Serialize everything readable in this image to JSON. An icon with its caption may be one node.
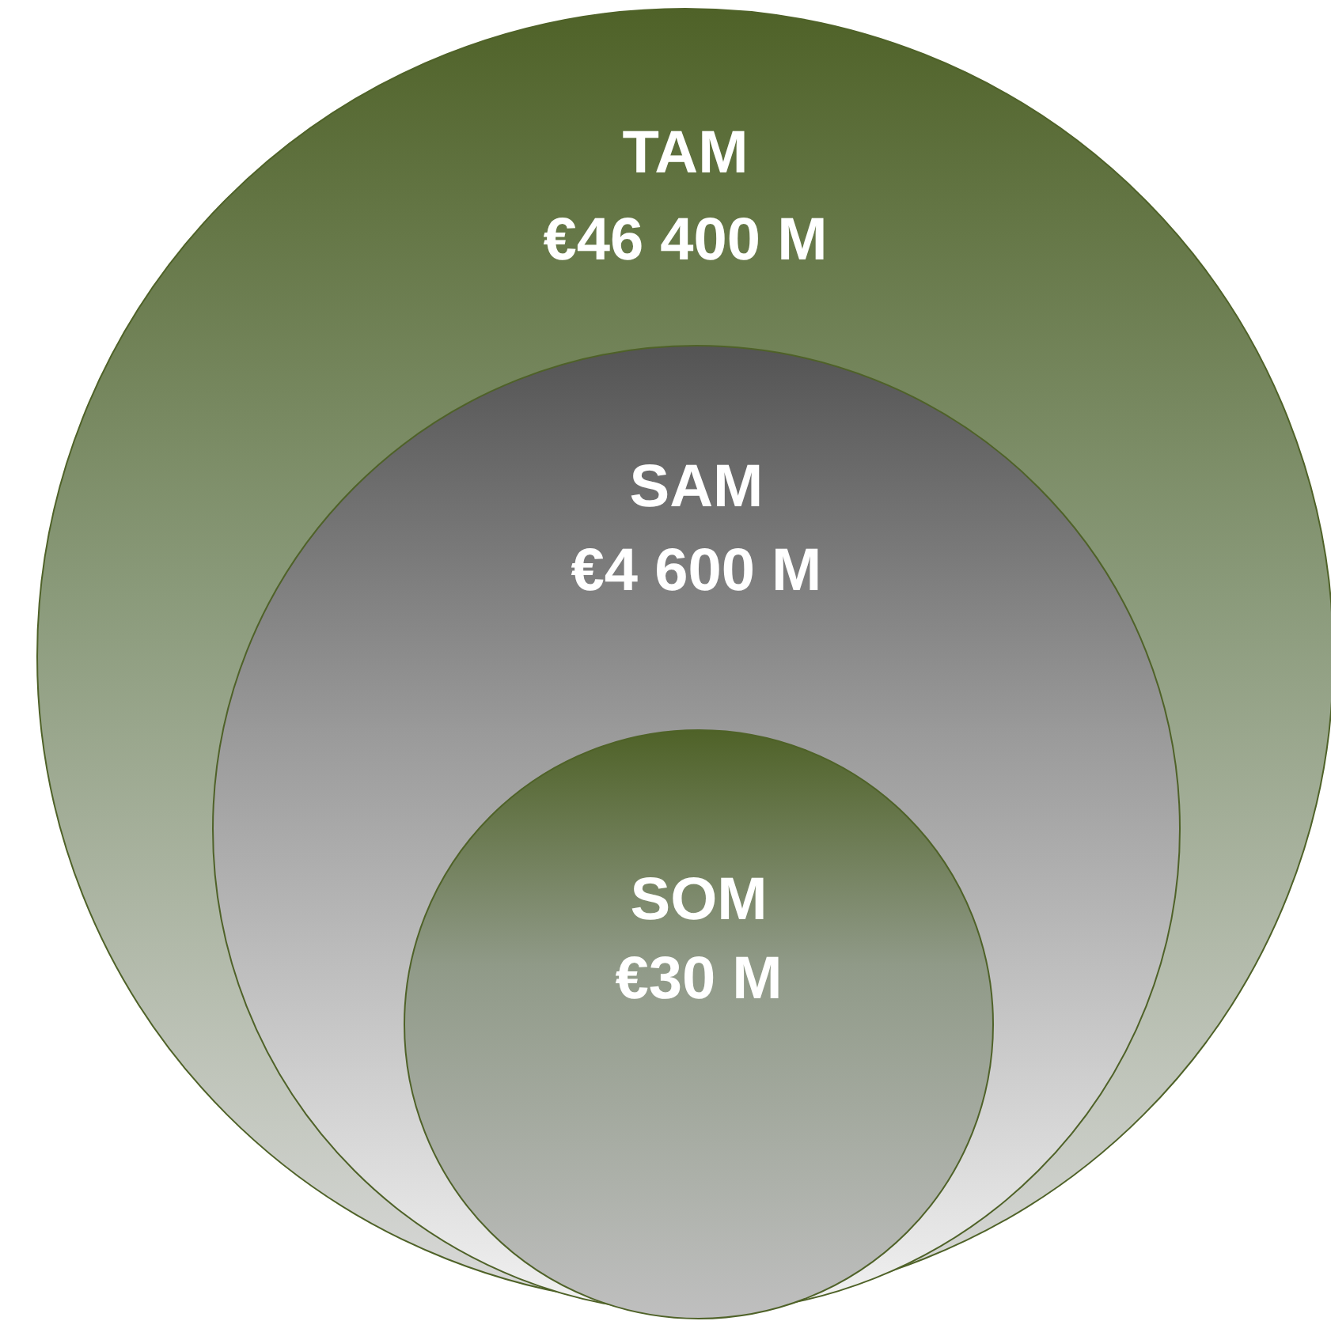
{
  "diagram": {
    "nodes": [
      {
        "text": [
          "TAM",
          "€46 400 M"
        ]
      },
      {
        "text": [
          "SAM",
          "€4 600 M"
        ],
        "in": 0
      },
      {
        "text": [
          "SOM",
          "€30 M"
        ],
        "in": 1
      }
    ]
  }
}
